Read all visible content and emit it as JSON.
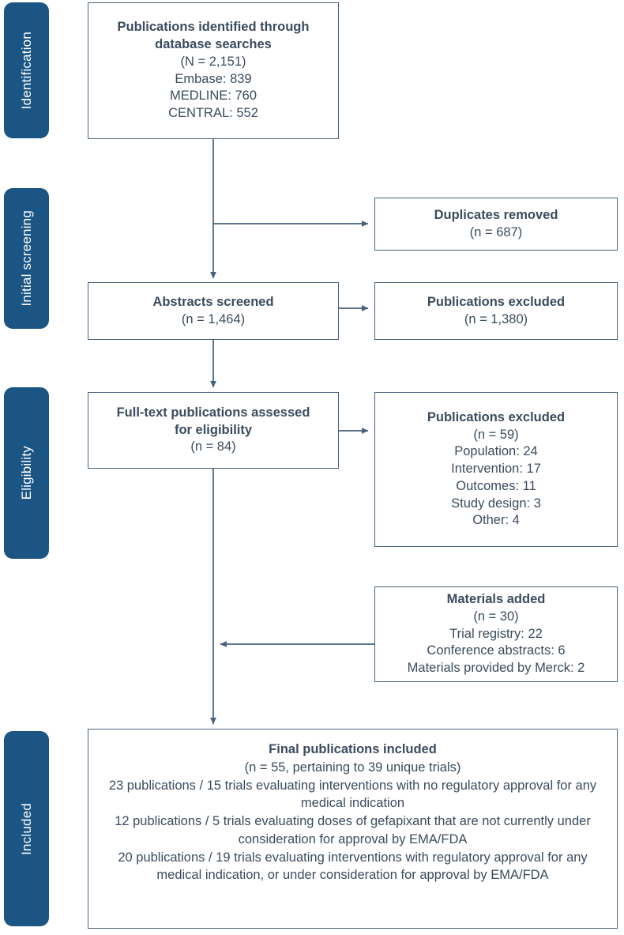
{
  "diagram": {
    "title": "PRISMA study selection flow diagram",
    "accent_color": "#1b5584",
    "box_border_color": "#47617c",
    "text_color": "#3b4b5e",
    "background": "#ffffff"
  },
  "stages": [
    {
      "id": "identification",
      "label": "Identification"
    },
    {
      "id": "initial-screening",
      "label": "Initial screening"
    },
    {
      "id": "eligibility",
      "label": "Eligibility"
    },
    {
      "id": "included",
      "label": "Included"
    }
  ],
  "boxes": {
    "identified": {
      "title_line1": "Publications identified through",
      "title_line2": "database searches",
      "total": "(N = 2,151)",
      "source1": "Embase: 839",
      "source2": "MEDLINE: 760",
      "source3": "CENTRAL: 552"
    },
    "duplicates": {
      "title": "Duplicates removed",
      "count": "(n = 687)"
    },
    "abstracts": {
      "title": "Abstracts screened",
      "count": "(n = 1,464)"
    },
    "excluded_abstracts": {
      "title": "Publications excluded",
      "count": "(n = 1,380)"
    },
    "fulltext": {
      "title_line1": "Full-text publications assessed",
      "title_line2": "for eligibility",
      "count": "(n = 84)"
    },
    "excluded_fulltext": {
      "title": "Publications excluded",
      "count": "(n = 59)",
      "reason1": "Population: 24",
      "reason2": "Intervention: 17",
      "reason3": "Outcomes: 11",
      "reason4": "Study design: 3",
      "reason5": "Other: 4"
    },
    "materials_added": {
      "title": "Materials added",
      "count": "(n = 30)",
      "source1": "Trial registry: 22",
      "source2": "Conference abstracts: 6",
      "source3": "Materials provided by Merck: 2"
    },
    "final": {
      "title": "Final publications included",
      "count": "(n = 55, pertaining to 39 unique trials)",
      "group1": "23 publications / 15 trials evaluating interventions with no regulatory approval for any medical indication",
      "group2": "12 publications / 5 trials evaluating doses of gefapixant that are not currently under consideration for approval by EMA/FDA",
      "group3": "20 publications / 19 trials evaluating interventions with regulatory approval for any medical indication, or under consideration for approval by EMA/FDA"
    }
  },
  "chart_data": {
    "type": "diagram",
    "title": "PRISMA flow of publication selection",
    "nodes": [
      {
        "id": "identified",
        "stage": "Identification",
        "label": "Publications identified through database searches",
        "n": 2151,
        "breakdown": {
          "Embase": 839,
          "MEDLINE": 760,
          "CENTRAL": 552
        }
      },
      {
        "id": "duplicates",
        "stage": "Initial screening",
        "label": "Duplicates removed",
        "n": 687
      },
      {
        "id": "abstracts",
        "stage": "Initial screening",
        "label": "Abstracts screened",
        "n": 1464
      },
      {
        "id": "excluded_abstracts",
        "stage": "Initial screening",
        "label": "Publications excluded",
        "n": 1380
      },
      {
        "id": "fulltext",
        "stage": "Eligibility",
        "label": "Full-text publications assessed for eligibility",
        "n": 84
      },
      {
        "id": "excluded_fulltext",
        "stage": "Eligibility",
        "label": "Publications excluded",
        "n": 59,
        "breakdown": {
          "Population": 24,
          "Intervention": 17,
          "Outcomes": 11,
          "Study design": 3,
          "Other": 4
        }
      },
      {
        "id": "materials_added",
        "stage": "Eligibility",
        "label": "Materials added",
        "n": 30,
        "breakdown": {
          "Trial registry": 22,
          "Conference abstracts": 6,
          "Materials provided by Merck": 2
        }
      },
      {
        "id": "final",
        "stage": "Included",
        "label": "Final publications included",
        "n": 55,
        "unique_trials": 39,
        "breakdown": {
          "no regulatory approval": {
            "publications": 23,
            "trials": 15
          },
          "gefapixant doses not under consideration": {
            "publications": 12,
            "trials": 5
          },
          "regulatory approval or under consideration": {
            "publications": 20,
            "trials": 19
          }
        }
      }
    ],
    "edges": [
      {
        "from": "identified",
        "to": "duplicates"
      },
      {
        "from": "identified",
        "to": "abstracts"
      },
      {
        "from": "abstracts",
        "to": "excluded_abstracts"
      },
      {
        "from": "abstracts",
        "to": "fulltext"
      },
      {
        "from": "fulltext",
        "to": "excluded_fulltext"
      },
      {
        "from": "materials_added",
        "to": "final"
      },
      {
        "from": "fulltext",
        "to": "final"
      }
    ]
  }
}
